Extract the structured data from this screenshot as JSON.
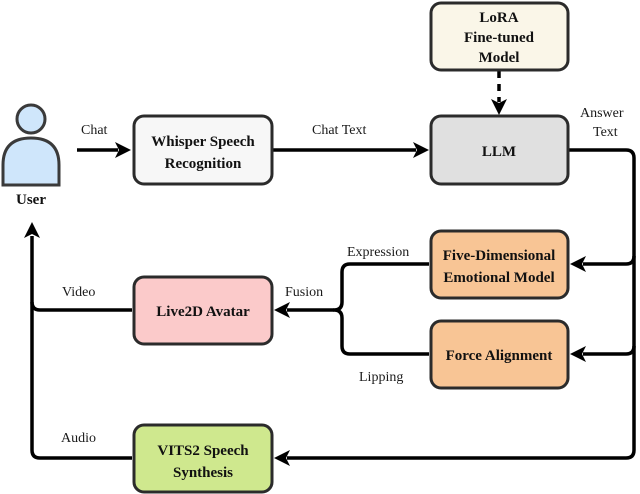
{
  "diagram": {
    "nodes": {
      "user": {
        "label": "User",
        "fill": "#cfe6fb"
      },
      "whisper": {
        "lines": [
          "Whisper Speech",
          "Recognition"
        ],
        "fill": "#f7f7f7"
      },
      "lora": {
        "lines": [
          "LoRA",
          "Fine-tuned",
          "Model"
        ],
        "fill": "#faf6e8"
      },
      "llm": {
        "lines": [
          "LLM"
        ],
        "fill": "#e0e0e0"
      },
      "emotion": {
        "lines": [
          "Five-Dimensional",
          "Emotional Model"
        ],
        "fill": "#f8c595"
      },
      "force": {
        "lines": [
          "Force Alignment"
        ],
        "fill": "#f8c595"
      },
      "live2d": {
        "lines": [
          "Live2D Avatar"
        ],
        "fill": "#fbcaca"
      },
      "vits2": {
        "lines": [
          "VITS2 Speech",
          "Synthesis"
        ],
        "fill": "#cfe88e"
      }
    },
    "edges": {
      "chat": "Chat",
      "chat_text": "Chat Text",
      "answer_text": [
        "Answer",
        "Text"
      ],
      "expression": "Expression",
      "lipping": "Lipping",
      "fusion": "Fusion",
      "video": "Video",
      "audio": "Audio"
    }
  }
}
